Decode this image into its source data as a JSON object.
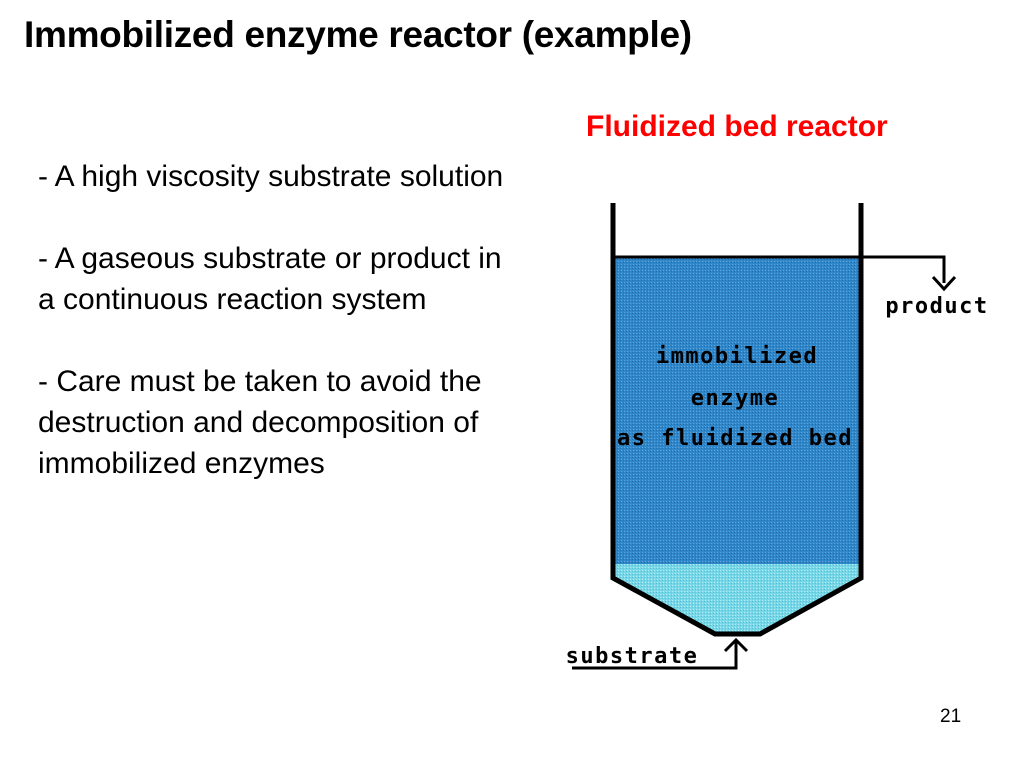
{
  "slide": {
    "title": "Immobilized enzyme reactor (example)",
    "page_number": "21"
  },
  "bullets": [
    "- A high viscosity substrate solution",
    "- A gaseous substrate or product in a continuous reaction system",
    "- Care must be taken to avoid the destruction and decomposition of immobilized enzymes"
  ],
  "diagram": {
    "title": "Fluidized bed reactor",
    "bed_label_lines": [
      "immobilized",
      "enzyme",
      "as fluidized bed"
    ],
    "product_label": "product",
    "substrate_label": "substrate",
    "colors": {
      "title": "#ff0000",
      "bed_fill": "#2f86c9",
      "bottom_fill": "#78d6e6",
      "outline": "#000000"
    }
  }
}
